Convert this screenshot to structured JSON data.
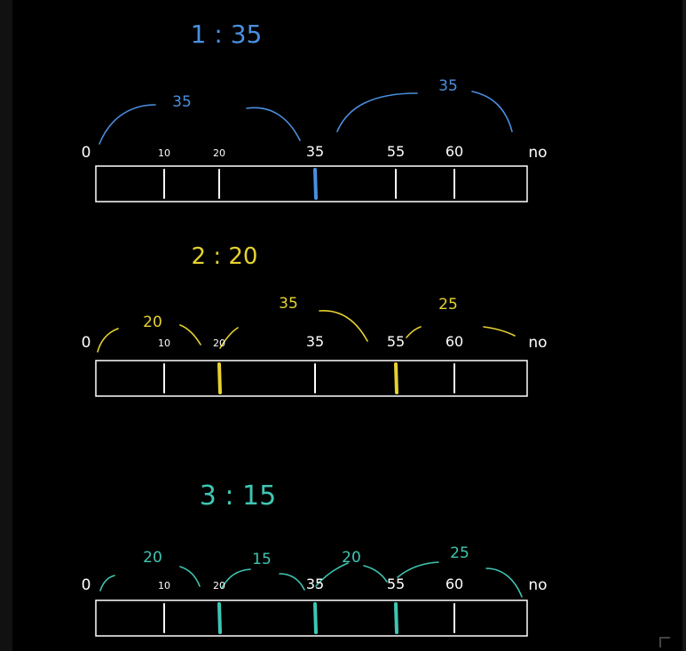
{
  "colors": {
    "blue": "#4a8fe0",
    "yellow": "#e6d230",
    "teal": "#3fc6b3",
    "white": "#ffffff",
    "background": "#000000"
  },
  "diagrams": [
    {
      "title": "1 : 35",
      "color": "blue",
      "endpoints": [
        "0",
        "no"
      ],
      "tick_labels": [
        "10",
        "20",
        "35",
        "55",
        "60"
      ],
      "highlighted": [
        "35"
      ],
      "gap_labels": [
        "35",
        "35"
      ]
    },
    {
      "title": "2 : 20",
      "color": "yellow",
      "endpoints": [
        "0",
        "no"
      ],
      "tick_labels": [
        "10",
        "20",
        "35",
        "55",
        "60"
      ],
      "highlighted": [
        "20",
        "55"
      ],
      "gap_labels": [
        "20",
        "35",
        "25"
      ]
    },
    {
      "title": "3 : 15",
      "color": "teal",
      "endpoints": [
        "0",
        "no"
      ],
      "tick_labels": [
        "10",
        "20",
        "35",
        "55",
        "60"
      ],
      "highlighted": [
        "20",
        "35",
        "55"
      ],
      "gap_labels": [
        "20",
        "15",
        "20",
        "25"
      ]
    }
  ]
}
